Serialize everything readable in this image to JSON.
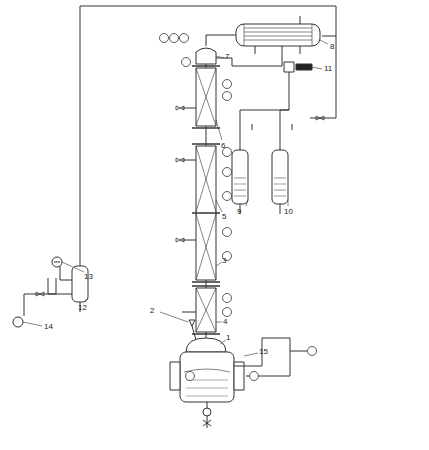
{
  "diagram": {
    "labels": [
      "8",
      "7",
      "11",
      "6",
      "9",
      "10",
      "5",
      "3",
      "4",
      "2",
      "1",
      "15",
      "13",
      "12",
      "14"
    ]
  }
}
